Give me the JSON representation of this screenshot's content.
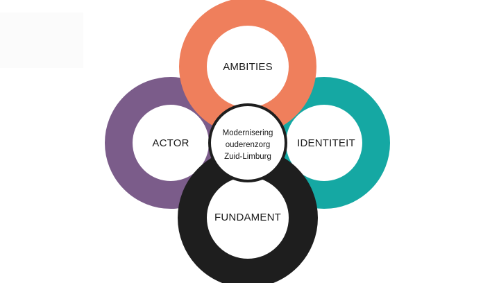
{
  "rings": {
    "top": {
      "label": "AMBITIES",
      "color": "#ef7f5c"
    },
    "left": {
      "label": "ACTOR",
      "color": "#7b5c8a"
    },
    "right": {
      "label": "IDENTITEIT",
      "color": "#15a8a3"
    },
    "bottom": {
      "label": "FUNDAMENT",
      "color": "#1e1e1e"
    }
  },
  "center": {
    "lines": [
      "Modernisering",
      "ouderenzorg",
      "Zuid-Limburg"
    ],
    "border_color": "#1e1e1e"
  }
}
